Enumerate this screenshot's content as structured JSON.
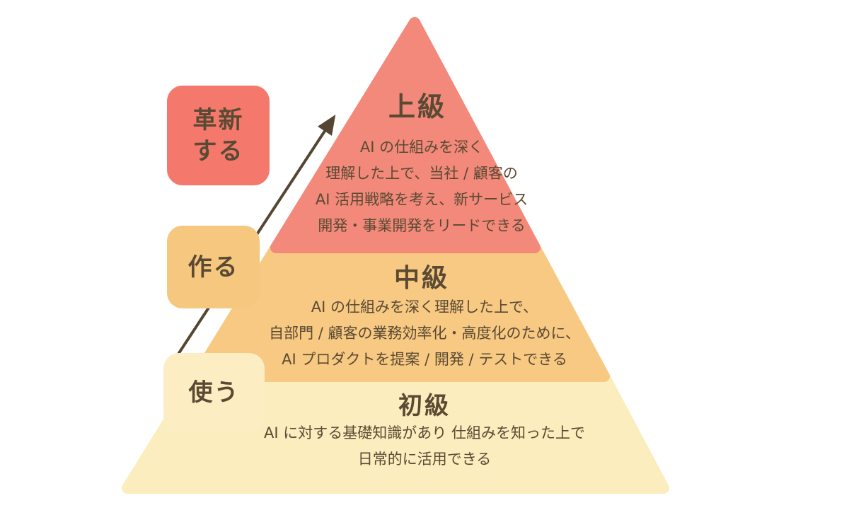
{
  "colors": {
    "background": "#ffffff",
    "level_advanced": "#F2897B",
    "level_intermediate": "#F7C983",
    "level_beginner": "#FBEDBE",
    "box_innovate": "#F4796C",
    "box_create": "#F6C77F",
    "box_use": "#FCEEC2",
    "text": "#5A4A33",
    "arrow": "#544631"
  },
  "pyramid": {
    "levels": [
      {
        "id": "advanced",
        "title": "上級",
        "lines": [
          "AI の仕組みを深く",
          "理解した上で、当社 / 顧客の",
          "AI 活用戦略を考え、新サービス",
          "開発・事業開発をリードできる"
        ]
      },
      {
        "id": "intermediate",
        "title": "中級",
        "lines": [
          "AI の仕組みを深く理解した上で、",
          "自部門 / 顧客の業務効率化・高度化のために、",
          "AI プロダクトを提案 / 開発 / テストできる"
        ]
      },
      {
        "id": "beginner",
        "title": "初級",
        "lines": [
          "AI に対する基礎知識があり 仕組みを知った上で",
          "日常的に活用できる"
        ]
      }
    ]
  },
  "side_labels": [
    {
      "id": "innovate",
      "lines": [
        "革新",
        "する"
      ]
    },
    {
      "id": "create",
      "text": "作る"
    },
    {
      "id": "use",
      "text": "使う"
    }
  ]
}
